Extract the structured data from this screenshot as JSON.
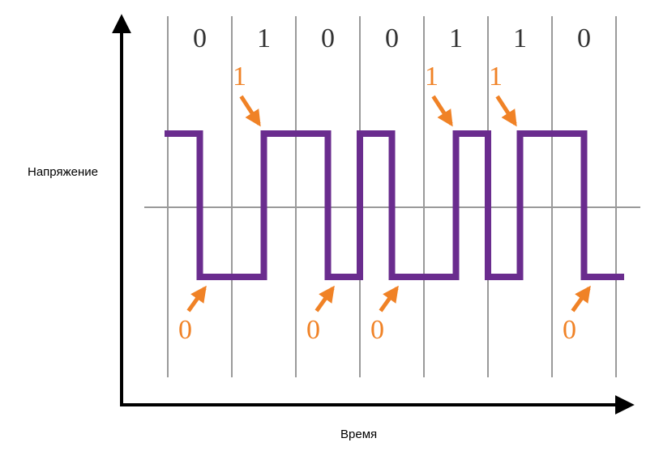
{
  "axes": {
    "y_label": "Напряжение",
    "x_label": "Время"
  },
  "bits": [
    "0",
    "1",
    "0",
    "0",
    "1",
    "1",
    "0"
  ],
  "transitions": [
    {
      "bit_index": 1,
      "label": "1",
      "direction": "up",
      "position": "start"
    },
    {
      "bit_index": 4,
      "label": "1",
      "direction": "up",
      "position": "start"
    },
    {
      "bit_index": 5,
      "label": "1",
      "direction": "up",
      "position": "start"
    },
    {
      "bit_index": 0,
      "label": "0",
      "direction": "down",
      "position": "middle"
    },
    {
      "bit_index": 2,
      "label": "0",
      "direction": "down",
      "position": "middle"
    },
    {
      "bit_index": 3,
      "label": "0",
      "direction": "down",
      "position": "start"
    },
    {
      "bit_index": 6,
      "label": "0",
      "direction": "down",
      "position": "middle"
    }
  ],
  "colors": {
    "signal": "#6a2c8e",
    "marker": "#f08226",
    "grid": "#9a9a9a",
    "axis": "#000000",
    "bit_text": "#333333"
  }
}
